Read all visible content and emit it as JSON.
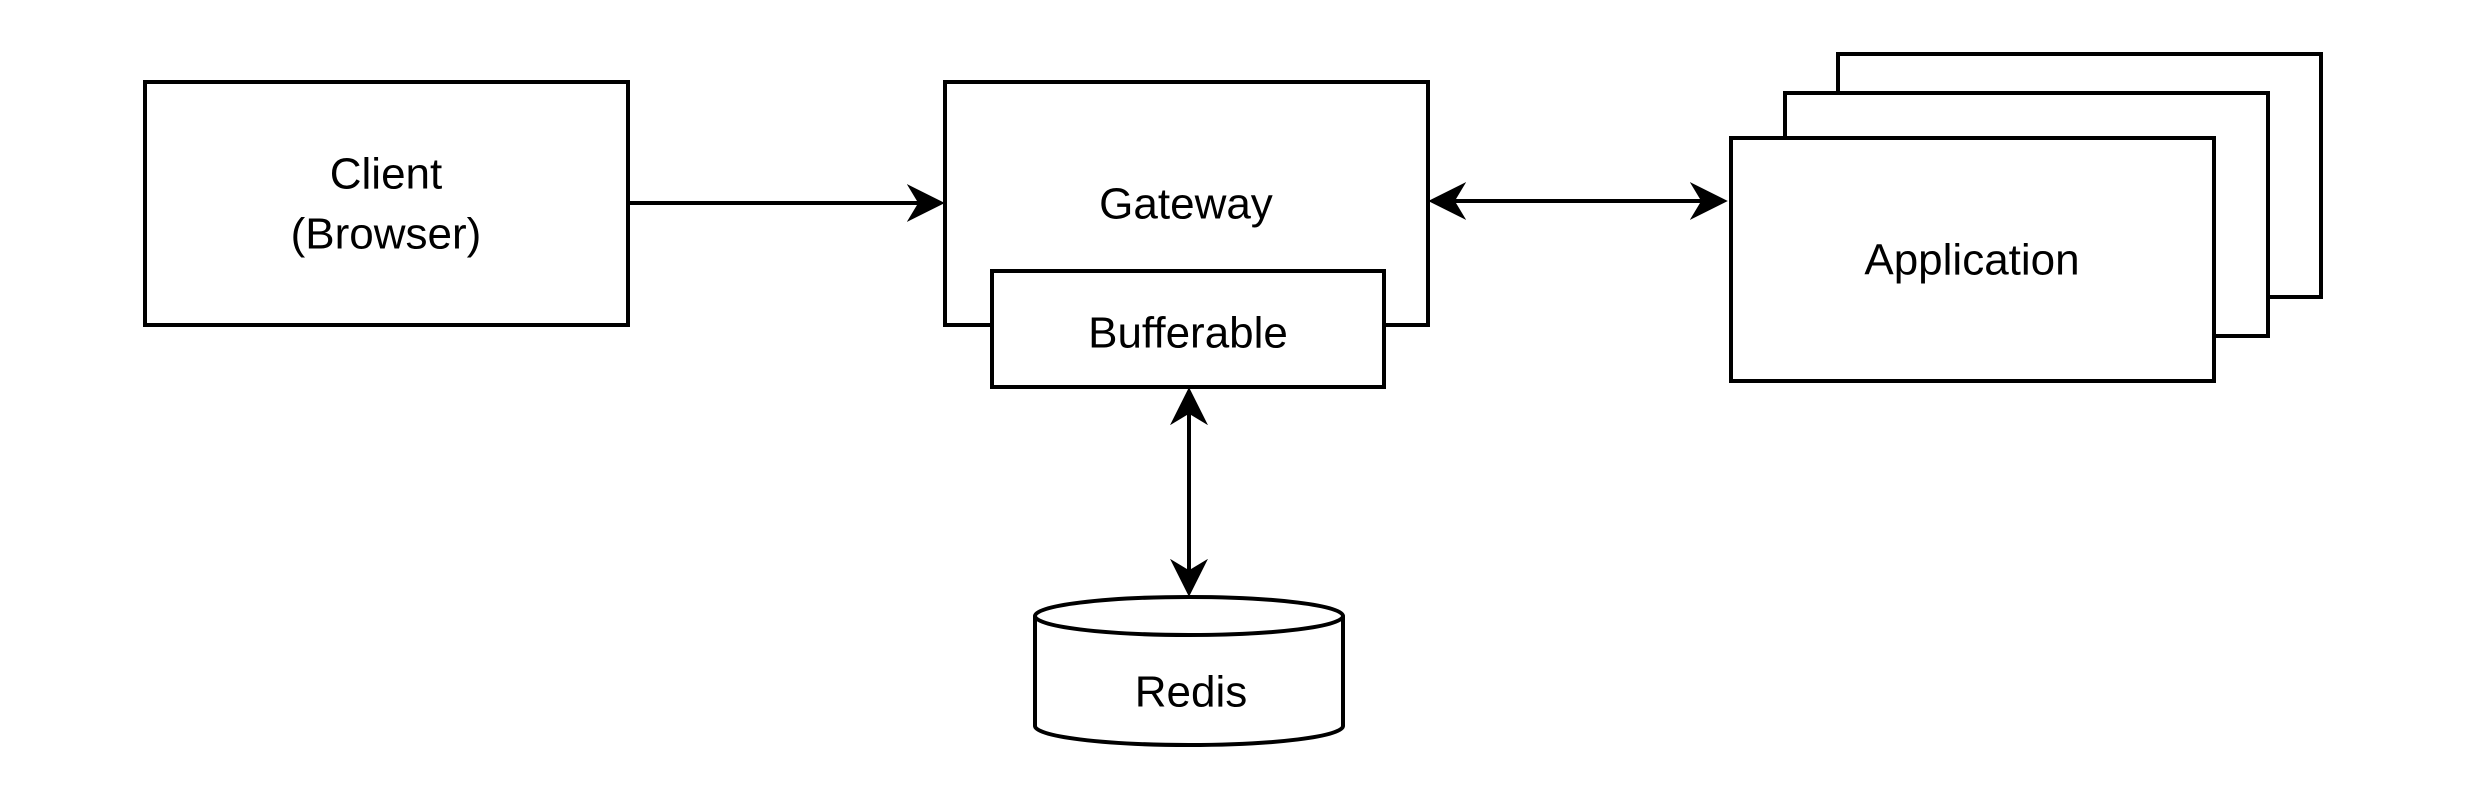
{
  "diagram": {
    "nodes": {
      "client": {
        "line1": "Client",
        "line2": "(Browser)"
      },
      "gateway": {
        "label": "Gateway"
      },
      "bufferable": {
        "label": "Bufferable"
      },
      "application": {
        "label": "Application"
      },
      "redis": {
        "label": "Redis"
      }
    },
    "edges": [
      {
        "from": "client",
        "to": "gateway",
        "direction": "forward"
      },
      {
        "from": "gateway",
        "to": "application",
        "direction": "both"
      },
      {
        "from": "bufferable",
        "to": "redis",
        "direction": "both"
      }
    ]
  }
}
